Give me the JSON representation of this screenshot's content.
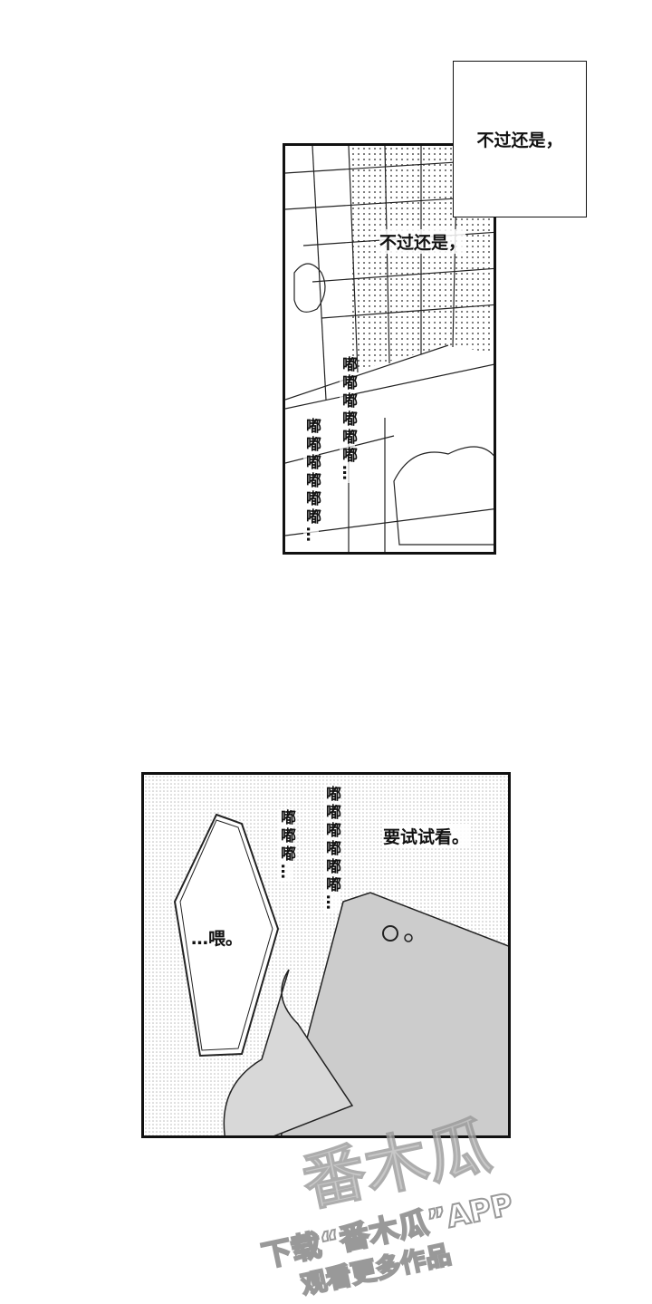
{
  "panel1": {
    "caption_box": "不过还是，",
    "narration": "不过还是，",
    "sfx_left": "嘟嘟嘟嘟嘟嘟…",
    "sfx_right": "嘟嘟嘟嘟嘟嘟…"
  },
  "panel2": {
    "narration": "要试试看。",
    "speech": "…喂。",
    "sfx_left": "嘟嘟嘟…",
    "sfx_right": "嘟嘟嘟嘟嘟嘟…"
  },
  "watermark": {
    "logo": "番木瓜",
    "line1": "下载“番木瓜”APP",
    "line2": "观看更多作品"
  }
}
